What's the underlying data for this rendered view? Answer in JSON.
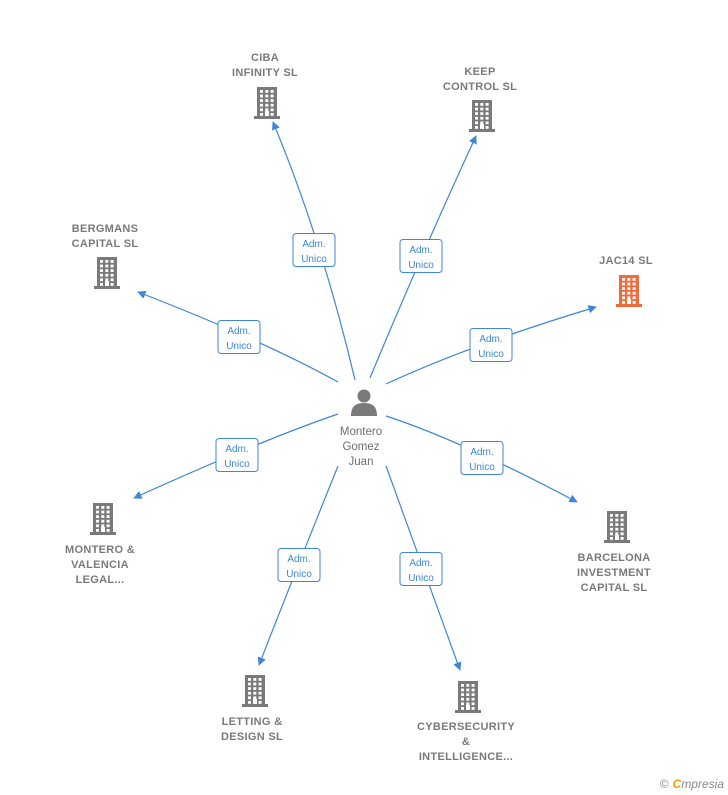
{
  "center": {
    "name_lines": [
      "Montero",
      "Gomez",
      "Juan"
    ],
    "icon": "person-icon"
  },
  "role_label_lines": [
    "Adm.",
    "Unico"
  ],
  "companies": [
    {
      "id": "ciba",
      "lines": [
        "CIBA",
        "INFINITY  SL"
      ],
      "highlight": false,
      "icon": "building-icon",
      "role": [
        "Adm.",
        "Unico"
      ]
    },
    {
      "id": "keep",
      "lines": [
        "KEEP",
        "CONTROL SL"
      ],
      "highlight": false,
      "icon": "building-icon",
      "role": [
        "Adm.",
        "Unico"
      ]
    },
    {
      "id": "bergmans",
      "lines": [
        "BERGMANS",
        "CAPITAL  SL"
      ],
      "highlight": false,
      "icon": "building-icon",
      "role": [
        "Adm.",
        "Unico"
      ]
    },
    {
      "id": "jac14",
      "lines": [
        "JAC14  SL"
      ],
      "highlight": true,
      "icon": "building-icon",
      "role": [
        "Adm.",
        "Unico"
      ]
    },
    {
      "id": "montero",
      "lines": [
        "MONTERO &",
        "VALENCIA",
        "LEGAL..."
      ],
      "highlight": false,
      "icon": "building-icon",
      "role": [
        "Adm.",
        "Unico"
      ]
    },
    {
      "id": "barcelona",
      "lines": [
        "BARCELONA",
        "INVESTMENT",
        "CAPITAL  SL"
      ],
      "highlight": false,
      "icon": "building-icon",
      "role": [
        "Adm.",
        "Unico"
      ]
    },
    {
      "id": "letting",
      "lines": [
        "LETTING &",
        "DESIGN  SL"
      ],
      "highlight": false,
      "icon": "building-icon",
      "role": [
        "Adm.",
        "Unico"
      ]
    },
    {
      "id": "cyber",
      "lines": [
        "CYBERSECURITY",
        "&",
        "INTELLIGENCE..."
      ],
      "highlight": false,
      "icon": "building-icon",
      "role": [
        "Adm.",
        "Unico"
      ]
    }
  ],
  "colors": {
    "edge": "#3d87d6",
    "building": "#7a7a7a",
    "building_highlight": "#f26b3a",
    "person": "#7a7a7a"
  },
  "footer": {
    "copyright": "©",
    "brand_initial": "C",
    "brand_rest": "mpresia"
  }
}
